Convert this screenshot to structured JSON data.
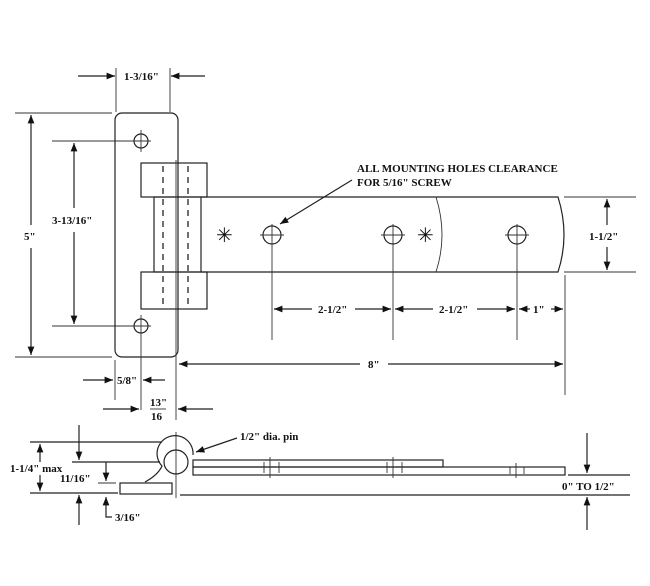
{
  "top_view": {
    "width_plate": "1-3/16\"",
    "overall_height": "5\"",
    "hole_spacing_vertical": "3-13/16\"",
    "note_line1": "ALL MOUNTING HOLES CLEARANCE",
    "note_line2": "FOR 5/16\" SCREW",
    "strap_width": "1-1/2\"",
    "hole_spacing_1": "2-1/2\"",
    "hole_spacing_2": "2-1/2\"",
    "end_offset": "1\"",
    "strap_length": "8\"",
    "hole_edge_offset": "5/8\"",
    "pin_offset_num": "13\"",
    "pin_offset_den": "16"
  },
  "side_view": {
    "pin_label": "1/2\" dia. pin",
    "max_height": "1-1/4\" max",
    "pin_height": "11/16\"",
    "plate_thickness": "3/16\"",
    "offset_range": "0\" TO 1/2\""
  }
}
